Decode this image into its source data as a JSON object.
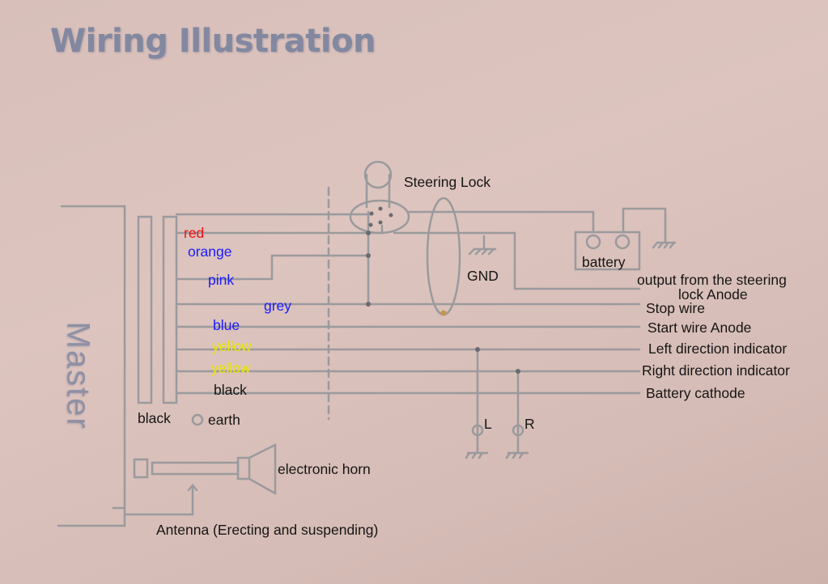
{
  "title": "Wiring Illustration",
  "master_label": "Master",
  "colors": {
    "line": "#9a9a9e",
    "red": "#ee1111",
    "blue": "#1a1aff",
    "yellow": "#e8e800",
    "black": "#151515"
  },
  "wire_colors": [
    {
      "text": "red",
      "color": "#ee1111"
    },
    {
      "text": "orange",
      "color": "#1a1aff"
    },
    {
      "text": "pink",
      "color": "#1a1aff"
    },
    {
      "text": "grey",
      "color": "#1a1aff"
    },
    {
      "text": "blue",
      "color": "#1a1aff"
    },
    {
      "text": "yellow",
      "color": "#e8e800"
    },
    {
      "text": "yellow",
      "color": "#e8e800"
    },
    {
      "text": "black",
      "color": "#151515"
    }
  ],
  "components": {
    "steering_lock": "Steering Lock",
    "gnd": "GND",
    "battery": "battery",
    "black_bottom": "black",
    "earth": "earth",
    "horn": "electronic horn",
    "antenna": "Antenna (Erecting and suspending)",
    "left_ground": "L",
    "right_ground": "R"
  },
  "outputs": {
    "steering_line1": "output from the steering",
    "steering_line2": "lock Anode",
    "stop": "Stop wire",
    "start": "Start wire Anode",
    "left": "Left direction indicator",
    "right": "Right direction indicator",
    "battery_cathode": "Battery cathode"
  }
}
